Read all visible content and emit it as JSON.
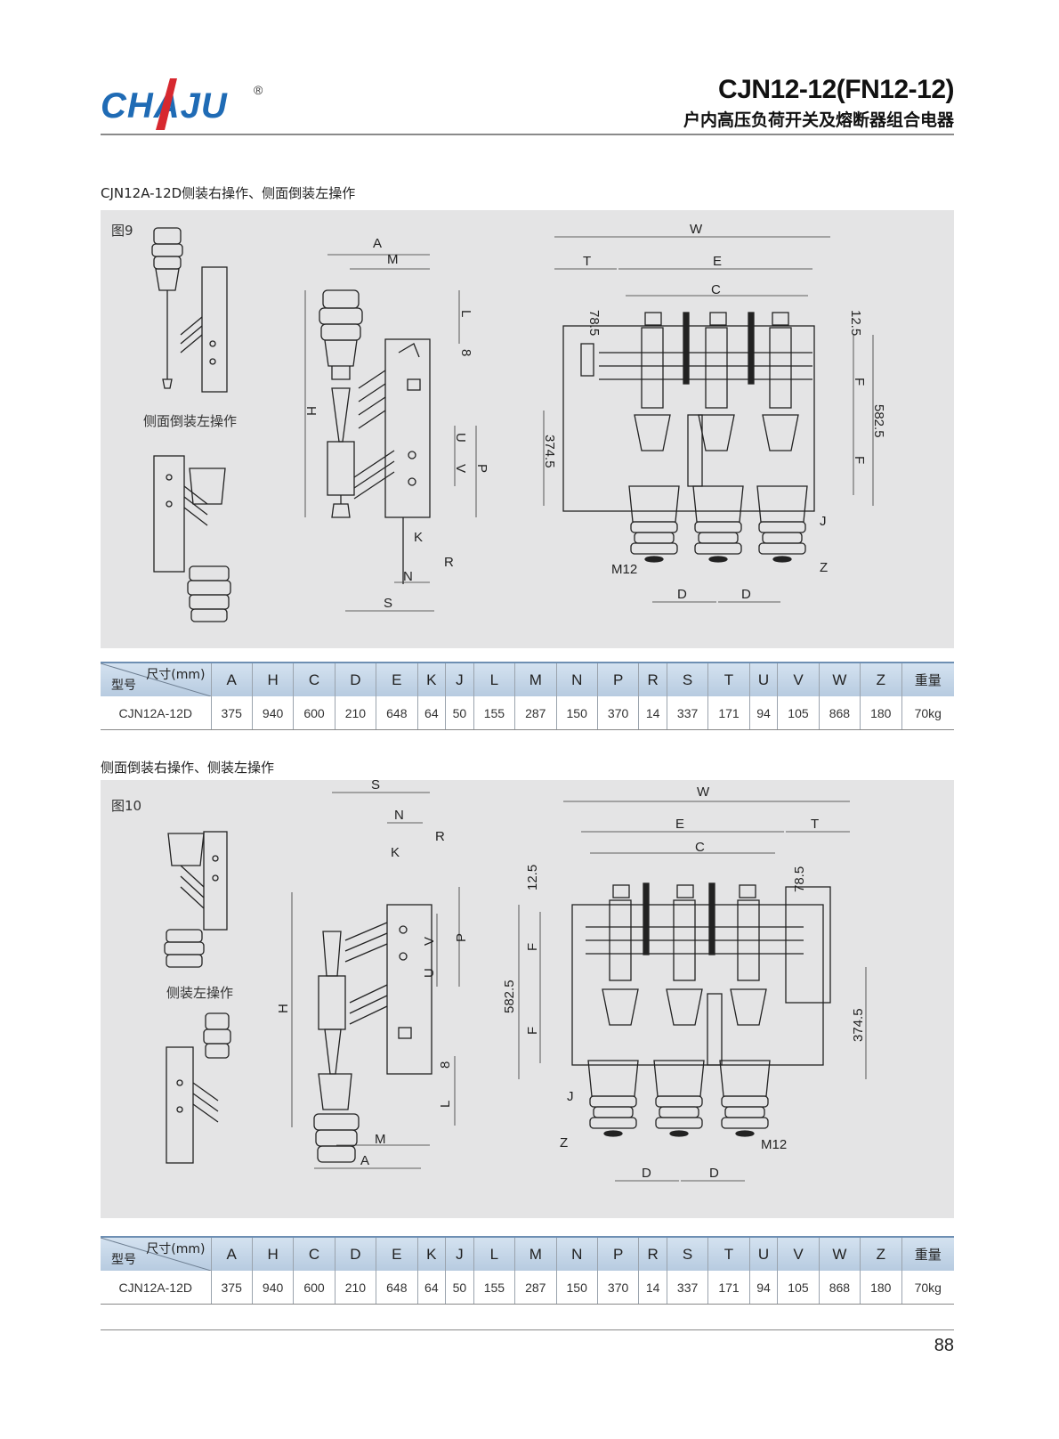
{
  "brand": {
    "logo_text": "CHAJU",
    "registered": "®"
  },
  "header": {
    "model": "CJN12-12(FN12-12)",
    "name": "户内高压负荷开关及熔断器组合电器"
  },
  "sections": [
    {
      "title": "CJN12A-12D侧装右操作、侧面倒装左操作",
      "figure_label": "图9",
      "caption": "侧面倒装左操作",
      "dims": {
        "W": "W",
        "T": "T",
        "E": "E",
        "C": "C",
        "d125": "12.5",
        "d785": "78.5",
        "F1": "F",
        "F2": "F",
        "d5825": "582.5",
        "d3745": "374.5",
        "J": "J",
        "Z": "Z",
        "M12": "M12",
        "D1": "D",
        "D2": "D",
        "A": "A",
        "M": "M",
        "L": "L",
        "d8": "8",
        "H": "H",
        "U": "U",
        "V": "V",
        "P": "P",
        "K": "K",
        "R": "R",
        "N": "N",
        "S": "S"
      }
    },
    {
      "title": "侧面倒装右操作、侧装左操作",
      "figure_label": "图10",
      "caption": "侧装左操作",
      "dims": {
        "W": "W",
        "T": "T",
        "E": "E",
        "C": "C",
        "d125": "12.5",
        "d785": "78.5",
        "F1": "F",
        "F2": "F",
        "d5825": "582.5",
        "d3745": "374.5",
        "J": "J",
        "Z": "Z",
        "M12": "M12",
        "D1": "D",
        "D2": "D",
        "A": "A",
        "M": "M",
        "L": "L",
        "d8": "8",
        "H": "H",
        "U": "U",
        "V": "V",
        "P": "P",
        "K": "K",
        "R": "R",
        "N": "N",
        "S": "S"
      }
    }
  ],
  "table": {
    "corner_top": "尺寸(mm)",
    "corner_bottom": "型号",
    "headers": [
      "A",
      "H",
      "C",
      "D",
      "E",
      "K",
      "J",
      "L",
      "M",
      "N",
      "P",
      "R",
      "S",
      "T",
      "U",
      "V",
      "W",
      "Z",
      "重量"
    ],
    "rows": [
      {
        "model": "CJN12A-12D",
        "values": [
          "375",
          "940",
          "600",
          "210",
          "648",
          "64",
          "50",
          "155",
          "287",
          "150",
          "370",
          "14",
          "337",
          "171",
          "94",
          "105",
          "868",
          "180",
          "70kg"
        ]
      }
    ]
  },
  "page_number": "88",
  "colors": {
    "logo_blue": "#1f6bb5",
    "logo_red": "#d7282f",
    "panel_gray": "#e4e4e5",
    "table_header": "#c4d5e7"
  }
}
